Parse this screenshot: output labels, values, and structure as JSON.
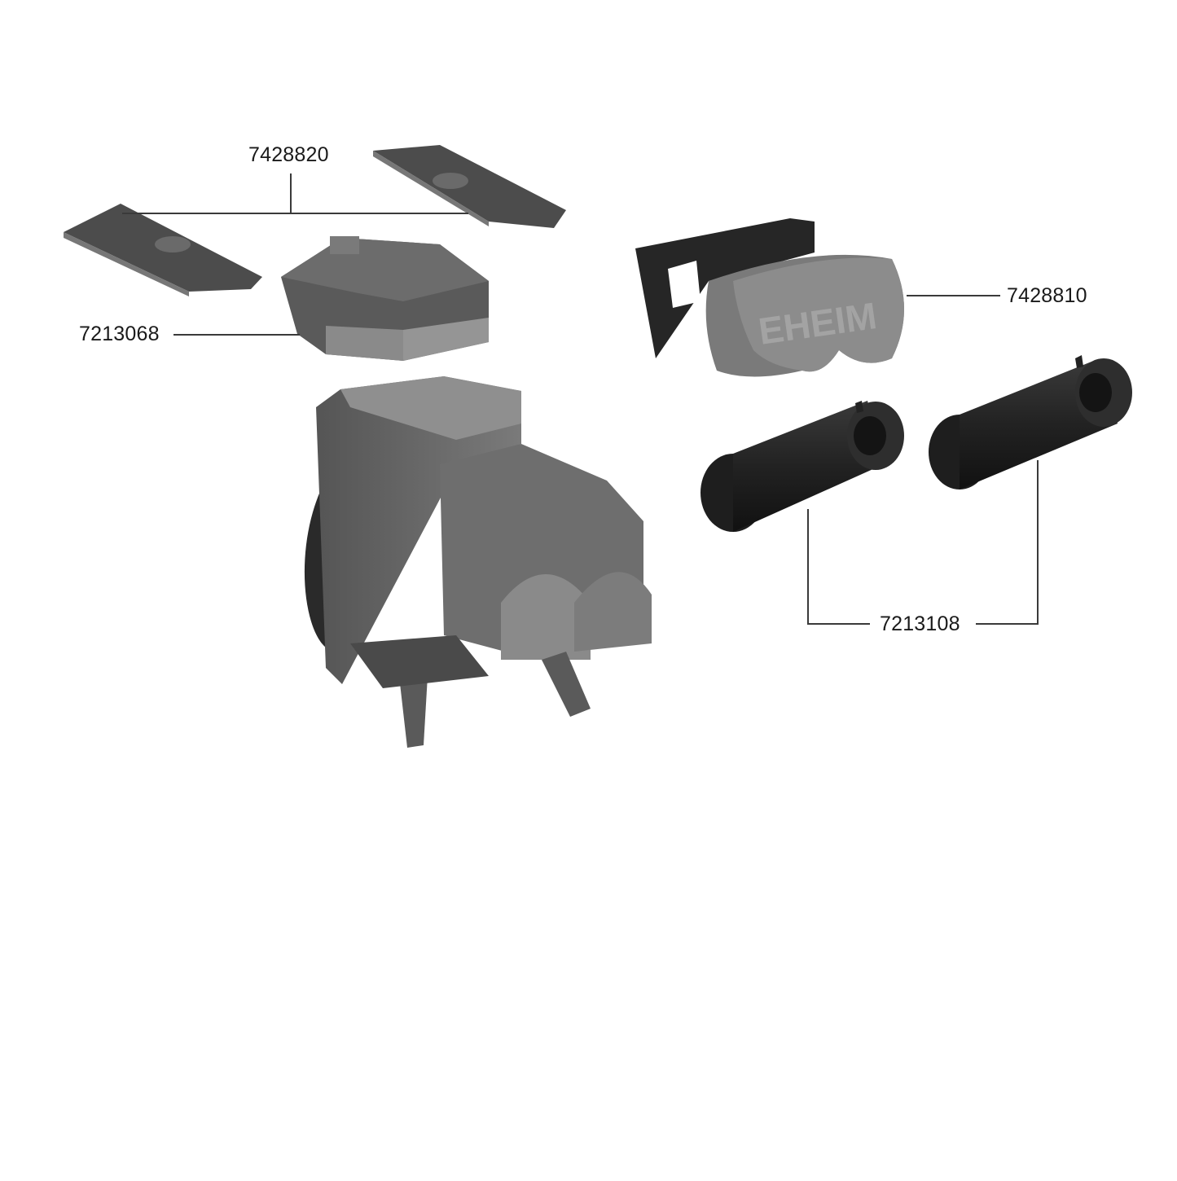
{
  "diagram": {
    "type": "exploded-parts-diagram",
    "brand_mark": "EHEIM",
    "parts": [
      {
        "id": "lid-covers",
        "part_number": "7428820",
        "description": "two flat lid covers"
      },
      {
        "id": "inner-cover",
        "part_number": "7213068",
        "description": "inner top cover"
      },
      {
        "id": "front-cover",
        "part_number": "7428810",
        "description": "front cover with EHEIM logo"
      },
      {
        "id": "filter-cartridges",
        "part_number": "7213108",
        "description": "two ribbed intake cartridges"
      }
    ],
    "colors": {
      "line": "#3a3a3a",
      "part_dark": "#2b2b2b",
      "part_mid": "#5f5f5f",
      "part_light": "#8a8a8a",
      "logo": "#9a9a9a"
    }
  }
}
